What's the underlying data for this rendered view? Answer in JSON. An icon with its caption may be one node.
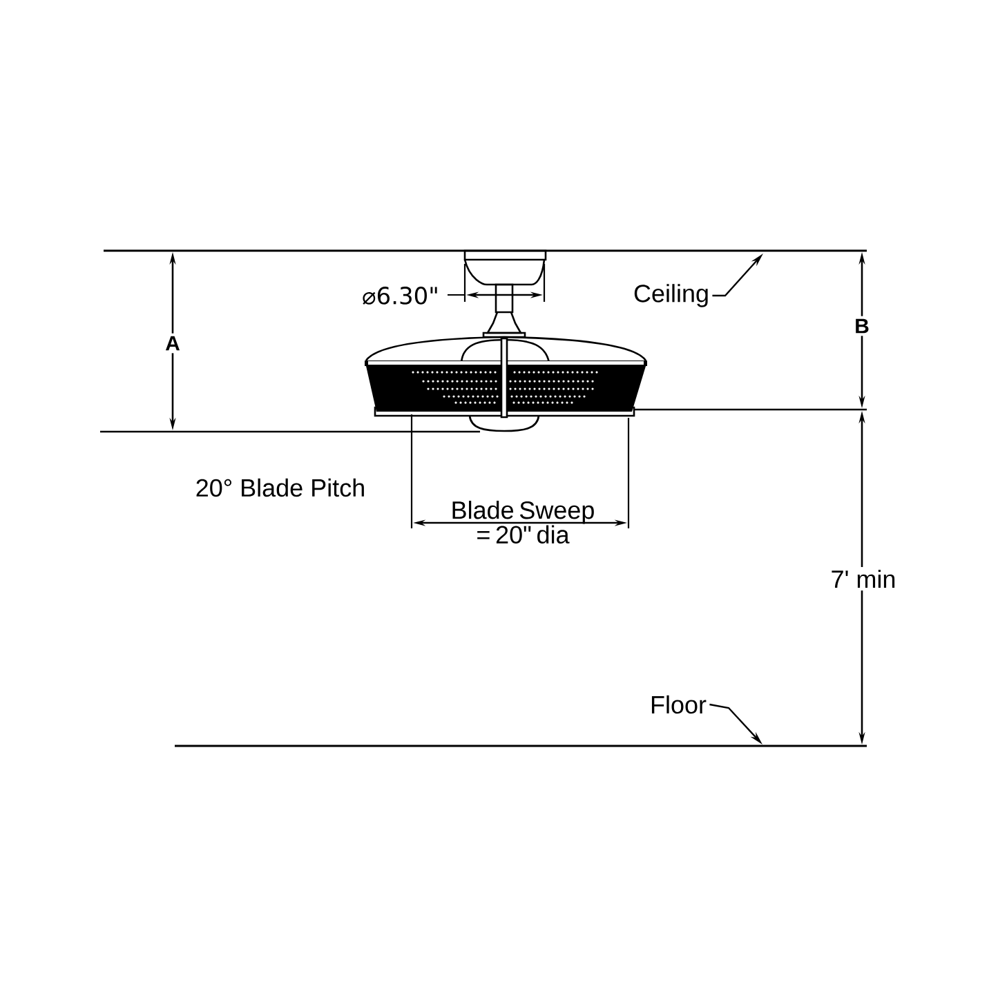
{
  "diagram": {
    "nodes": [
      {
        "text": [
          "Ceiling"
        ]
      },
      {
        "text": [
          "Floor"
        ]
      }
    ],
    "edges": [
      {
        "from": 0,
        "to": null,
        "arrow": "to"
      },
      {
        "from": 1,
        "to": null,
        "arrow": "to"
      }
    ],
    "labels": [
      "⌀6.30\"",
      "A",
      "B",
      "20° Blade Pitch",
      "Blade Sweep = 20\" dia",
      "7' min"
    ]
  }
}
